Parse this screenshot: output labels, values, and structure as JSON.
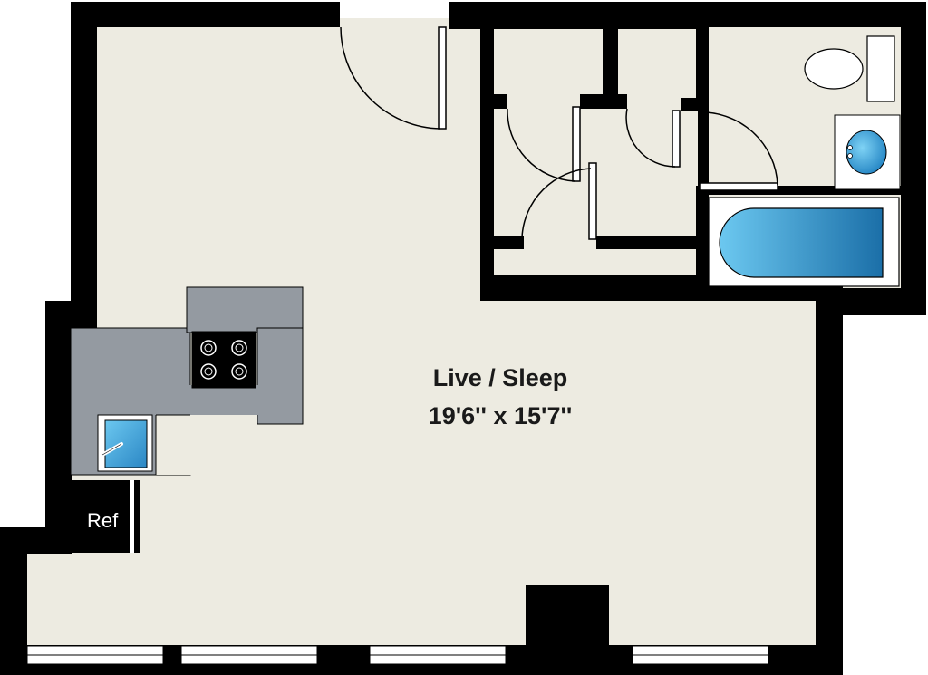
{
  "room": {
    "name": "Live / Sleep",
    "dimensions": "19'6'' x 15'7''"
  },
  "appliances": {
    "refrigerator_label": "Ref"
  },
  "colors": {
    "wall": "#000000",
    "floor": "#edebe1",
    "counter": "#949aa1",
    "fixture_blue": "#3ba4d6",
    "fixture_white": "#ffffff"
  },
  "icons": [
    "door-swing-icon",
    "toilet-icon",
    "sink-icon",
    "bathtub-icon",
    "stove-icon",
    "window-icon"
  ]
}
